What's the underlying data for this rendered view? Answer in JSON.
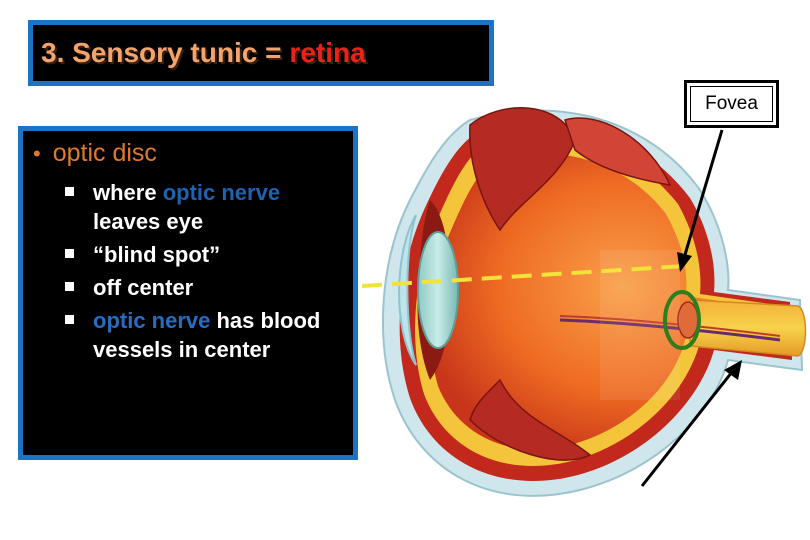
{
  "title": {
    "prefix": "3.  Sensory tunic = ",
    "accent": "retina"
  },
  "fovea_label": "Fovea",
  "main_bullet": "optic disc",
  "bullet_symbol": "•",
  "sub_bullets": [
    {
      "pre": "where ",
      "highlight": "optic nerve",
      "post": " leaves eye"
    },
    {
      "pre": "“blind spot”",
      "highlight": "",
      "post": ""
    },
    {
      "pre": "off center",
      "highlight": "",
      "post": ""
    },
    {
      "pre": "",
      "highlight": "optic nerve",
      "post": " has blood vessels in center"
    }
  ],
  "colors": {
    "frame_blue": "#1a73c4",
    "title_text": "#f4a46a",
    "title_accent": "#e8231a",
    "bullet_orange": "#e07a2a",
    "highlight_blue": "#1e62b0",
    "dashed_line": "#f2e33a",
    "optic_disc_ring": "#2e7d1e"
  },
  "icons": {
    "eye_diagram": "eye-cross-section-illustration",
    "fovea_arrow": "arrow-down-left-icon",
    "optic_arrow": "arrow-up-right-icon"
  }
}
